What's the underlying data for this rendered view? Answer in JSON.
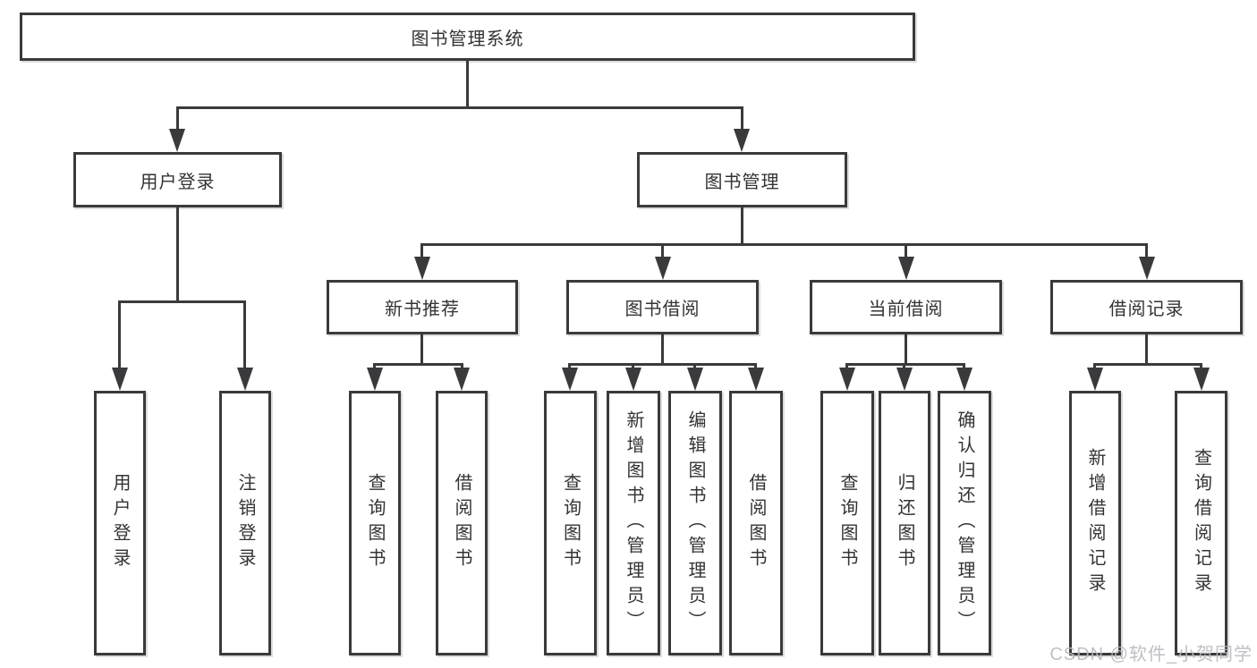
{
  "colors": {
    "line": "#3a3a3c",
    "text": "#333333",
    "box_background": "#ffffff",
    "page_background": "#ffffff",
    "watermark": "#b9babe"
  },
  "tree": {
    "root": {
      "label": "图书管理系统"
    },
    "branches": [
      {
        "label": "用户登录",
        "children": [
          {
            "label": "用户登录"
          },
          {
            "label": "注销登录"
          }
        ]
      },
      {
        "label": "图书管理",
        "groups": [
          {
            "label": "新书推荐",
            "children": [
              {
                "label": "查询图书"
              },
              {
                "label": "借阅图书"
              }
            ]
          },
          {
            "label": "图书借阅",
            "children": [
              {
                "label": "查询图书"
              },
              {
                "label": "新增图书（管理员）"
              },
              {
                "label": "编辑图书（管理员）"
              },
              {
                "label": "借阅图书"
              }
            ]
          },
          {
            "label": "当前借阅",
            "children": [
              {
                "label": "查询图书"
              },
              {
                "label": "归还图书"
              },
              {
                "label": "确认归还（管理员）"
              }
            ]
          },
          {
            "label": "借阅记录",
            "children": [
              {
                "label": "新增借阅记录"
              },
              {
                "label": "查询借阅记录"
              }
            ]
          }
        ]
      }
    ]
  },
  "watermark": {
    "text": "CSDN @软件_小贺同学"
  }
}
